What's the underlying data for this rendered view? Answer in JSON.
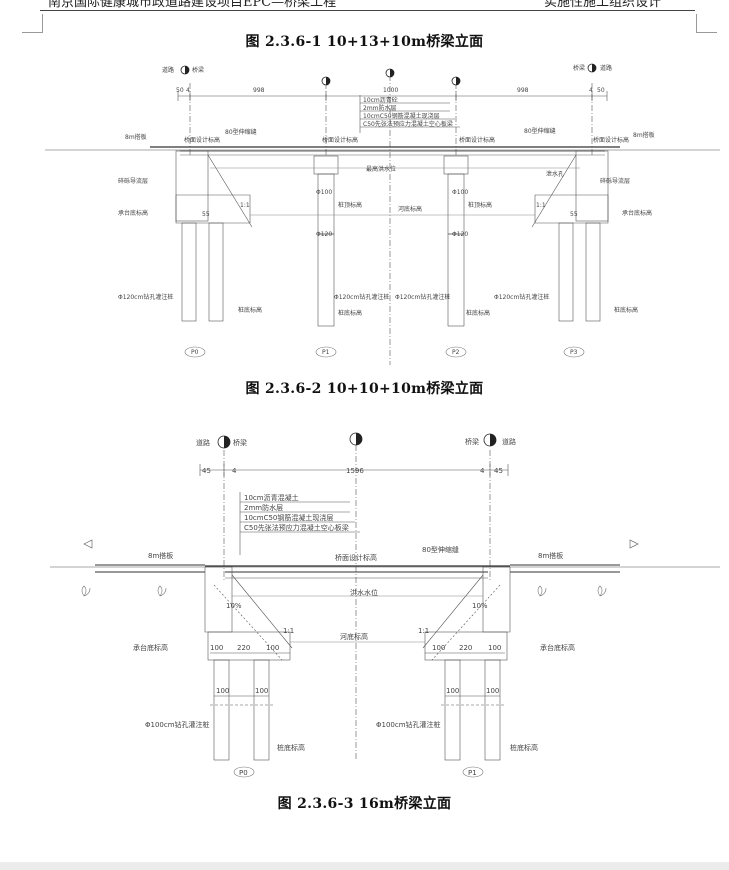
{
  "header": {
    "left": "南京国际健康城市政道路建设项目EPC—桥梁工程",
    "right": "实施性施工组织设计"
  },
  "figures": [
    {
      "caption": "图 2.3.6-1    10+13+10m桥梁立面",
      "labels": {
        "road_left": "道路",
        "bridge_left": "桥梁",
        "bridge_right": "桥梁",
        "road_right": "道路",
        "dim_50_l": "50",
        "dim_4_l": "4",
        "dim_998_l": "998",
        "dim_1000": "1000",
        "dim_998_r": "998",
        "dim_4_r": "4",
        "dim_50_r": "50",
        "layer1": "10cm沥青砼",
        "layer2": "2mm防水层",
        "layer3": "10cmC50钢筋混凝土现浇层",
        "layer4": "C50先张法预应力混凝土空心板梁",
        "approach_slab_l": "8m搭板",
        "approach_slab_r": "8m搭板",
        "joint_l": "80型伸缩缝",
        "joint_r": "80型伸缩缝",
        "deck_level_1": "桥面设计标高",
        "deck_level_2": "桥面设计标高",
        "deck_level_3": "桥面设计标高",
        "deck_level_4": "桥面设计标高",
        "flood_level": "最高洪水位",
        "riverbed": "河底标高",
        "gravel_drain_l": "碎砾导流层",
        "gravel_drain_r": "碎砾导流层",
        "drain_hole": "泄水孔",
        "phi100_a": "Φ100",
        "phi100_b": "Φ100",
        "pile_top_a": "桩顶标高",
        "pile_top_b": "桩顶标高",
        "phi120_a": "Φ120",
        "phi120_b": "Φ120",
        "cap_bottom_l": "承台底标高",
        "cap_bottom_r": "承台底标高",
        "bored_pile_l": "Φ120cm钻孔灌注桩",
        "bored_pile_m1": "Φ120cm钻孔灌注桩",
        "bored_pile_m2": "Φ120cm钻孔灌注桩",
        "bored_pile_r": "Φ120cm钻孔灌注桩",
        "pile_bottom_l": "桩底标高",
        "pile_bottom_m1": "桩底标高",
        "pile_bottom_m2": "桩底标高",
        "pile_bottom_r": "桩底标高",
        "slope": "1:1",
        "slope_r": "1:1",
        "dim_55_l": "55",
        "dim_55_r": "55",
        "p0": "P0",
        "p1": "P1",
        "p2": "P2",
        "p3": "P3"
      }
    },
    {
      "caption": "图 2.3.6-2    10+10+10m桥梁立面",
      "labels": {}
    },
    {
      "caption": "图 2.3.6-3    16m桥梁立面",
      "labels": {
        "road_left": "道路",
        "bridge_left": "桥梁",
        "bridge_right": "桥梁",
        "road_right": "道路",
        "dim_45_l": "45",
        "dim_4_l": "4",
        "dim_1596": "1596",
        "dim_4_r": "4",
        "dim_45_r": "45",
        "layer1": "10cm沥青混凝土",
        "layer2": "2mm防水层",
        "layer3": "10cmC50钢筋混凝土现浇层",
        "layer4": "C50先张法预应力混凝土空心板梁",
        "approach_slab_l": "8m搭板",
        "approach_slab_r": "8m搭板",
        "deck_level": "桥面设计标高",
        "joint": "80型伸缩缝",
        "flood_level": "洪水水位",
        "riverbed": "河底标高",
        "slope_l": "1:1",
        "slope_r": "1:1",
        "pct_l": "10%",
        "pct_r": "10%",
        "dim_100_a": "100",
        "dim_220_l": "220",
        "dim_100_b": "100",
        "dim_100_c": "100",
        "dim_220_r": "220",
        "dim_100_d": "100",
        "dim_100_e": "100",
        "dim_100_f": "100",
        "dim_100_g": "100",
        "dim_100_h": "100",
        "cap_bottom_l": "承台底标高",
        "cap_bottom_r": "承台底标高",
        "bored_pile_l": "Φ100cm钻孔灌注桩",
        "bored_pile_r": "Φ100cm钻孔灌注桩",
        "pile_bottom_l": "桩底标高",
        "pile_bottom_r": "桩底标高",
        "p0": "P0",
        "p1": "P1"
      }
    }
  ]
}
